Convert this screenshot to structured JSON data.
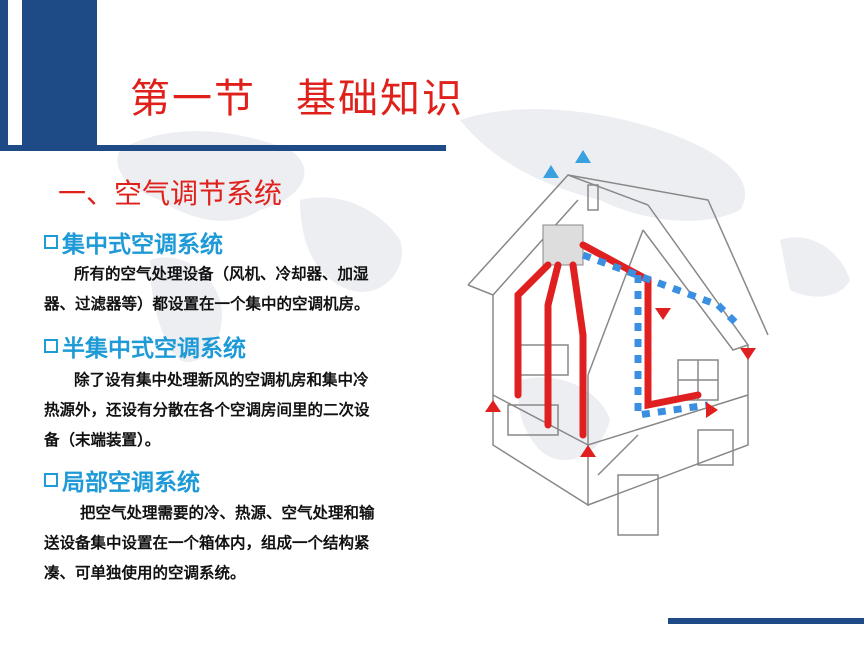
{
  "slide": {
    "title_part1": "第一节",
    "title_part2": "基础知识",
    "section_heading": "一、空气调节系统",
    "colors": {
      "brand_blue": "#1e4a86",
      "title_red": "#e0201a",
      "subhead_blue": "#1e9ad6"
    }
  },
  "systems": [
    {
      "heading": "集中式空调系统",
      "lines": [
        "所有的空气处理设备（风机、冷却器、加湿",
        "器、过滤器等）都设置在一个集中的空调机房。"
      ]
    },
    {
      "heading": "半集中式空调系统",
      "lines": [
        "除了设有集中处理新风的空调机房和集中冷",
        "热源外，还设有分散在各个空调房间里的二次设",
        "备（末端装置）。"
      ]
    },
    {
      "heading": "局部空调系统",
      "lines": [
        "把空气处理需要的冷、热源、空气处理和输",
        "送设备集中设置在一个箱体内，组成一个结构紧",
        "凑、可单独使用的空调系统。"
      ]
    }
  ],
  "illustration": {
    "icon": "house-hvac-diagram-icon"
  }
}
